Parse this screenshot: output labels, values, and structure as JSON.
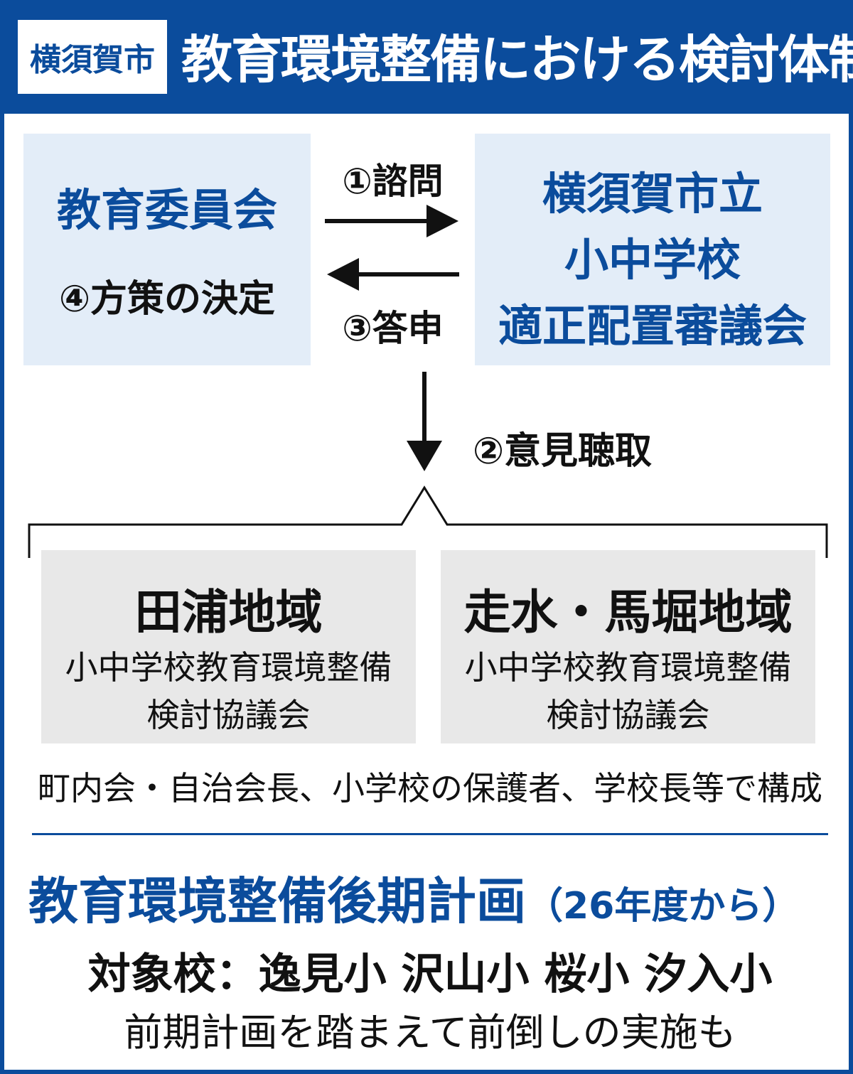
{
  "header": {
    "city": "横須賀市",
    "title": "教育環境整備における検討体制"
  },
  "left_box": {
    "name": "教育委員会",
    "decision": "④方策の決定"
  },
  "arrows": {
    "consult": "①諮問",
    "report": "③答申",
    "hearing": "②意見聴取"
  },
  "right_box": {
    "line1": "横須賀市立",
    "line2": "小中学校",
    "line3": "適正配置審議会"
  },
  "regions": [
    {
      "name": "田浦地域",
      "line1": "小中学校教育環境整備",
      "line2": "検討協議会"
    },
    {
      "name": "走水・馬堀地域",
      "line1": "小中学校教育環境整備",
      "line2": "検討協議会"
    }
  ],
  "composition": "町内会・自治会長、小学校の保護者、学校長等で構成",
  "plan": {
    "title": "教育環境整備後期計画",
    "period": "（26年度から）",
    "targets": "対象校：逸見小 沢山小 桜小 汐入小",
    "note": "前期計画を踏まえて前倒しの実施も"
  },
  "colors": {
    "brand": "#0b4c9c",
    "light_blue": "#e3edf8",
    "gray": "#e8e8e8"
  }
}
